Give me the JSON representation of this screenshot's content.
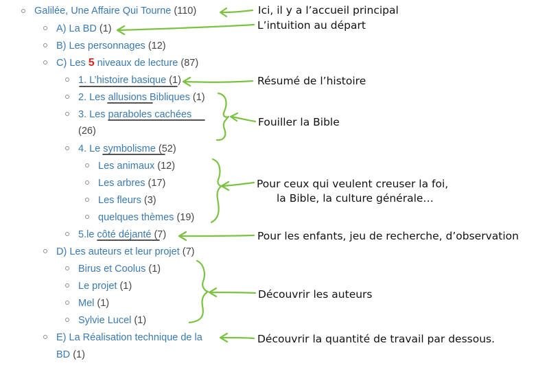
{
  "tree": {
    "root": {
      "label": "Galilée, Une Affaire Qui Tourne",
      "count": "(110)"
    },
    "a": {
      "label": "A) La BD",
      "count": "(1)"
    },
    "b": {
      "label": "B) Les personnages",
      "count": "(12)"
    },
    "c": {
      "prefix": "C) Les ",
      "five": "5",
      "suffix": " niveaux de lecture",
      "count": "(87)"
    },
    "c1": {
      "label": "1. L’histoire basique",
      "count": "(1)"
    },
    "c2": {
      "prefix": "2. Les ",
      "word": "allusions",
      "suffix": " Bibliques",
      "count": "(1)"
    },
    "c3": {
      "prefix": "3. Les ",
      "word": "paraboles cachées",
      "count": "(26)"
    },
    "c4": {
      "prefix": "4. Le ",
      "word": "symbolisme",
      "count": "(52)"
    },
    "c4a": {
      "label": "Les animaux",
      "count": "(12)"
    },
    "c4b": {
      "label": "Les arbres",
      "count": "(17)"
    },
    "c4c": {
      "label": "Les fleurs",
      "count": "(3)"
    },
    "c4d": {
      "label": "quelques thèmes",
      "count": "(19)"
    },
    "c5": {
      "prefix": "5.le ",
      "word": "côté déjanté",
      "count": "(7)"
    },
    "d": {
      "label": "D) Les auteurs et leur projet",
      "count": "(7)"
    },
    "d1": {
      "label": "Birus et Coolus",
      "count": "(1)"
    },
    "d2": {
      "label": "Le projet",
      "count": "(1)"
    },
    "d3": {
      "label": "Mel",
      "count": "(1)"
    },
    "d4": {
      "label": "Sylvie Lucel",
      "count": "(1)"
    },
    "e": {
      "line1": "E) La Réalisation technique de la",
      "line2": "BD",
      "count": "(1)"
    }
  },
  "annotations": {
    "home": "Ici, il y a l’accueil principal",
    "intuition": "L’intuition au départ",
    "resume": "Résumé de l’histoire",
    "fouiller": "Fouiller la Bible",
    "creuser_line1": "Pour ceux qui veulent creuser la foi,",
    "creuser_line2": "la Bible, la culture générale…",
    "enfants": "Pour les enfants, jeu de recherche, d’observation",
    "auteurs": "Découvrir les auteurs",
    "travail": "Découvrir la quantité de travail par dessous."
  },
  "colors": {
    "link": "#3a79b0",
    "count": "#444444",
    "highlight_five": "#e0211c",
    "arrow": "#7cc242",
    "underline": "#1a1a1a",
    "bullet": "#8c8c8c"
  },
  "icons": {
    "bullet": "hollow-circle-bullet",
    "arrow": "green-hand-drawn-arrow",
    "brace": "green-curly-brace"
  }
}
